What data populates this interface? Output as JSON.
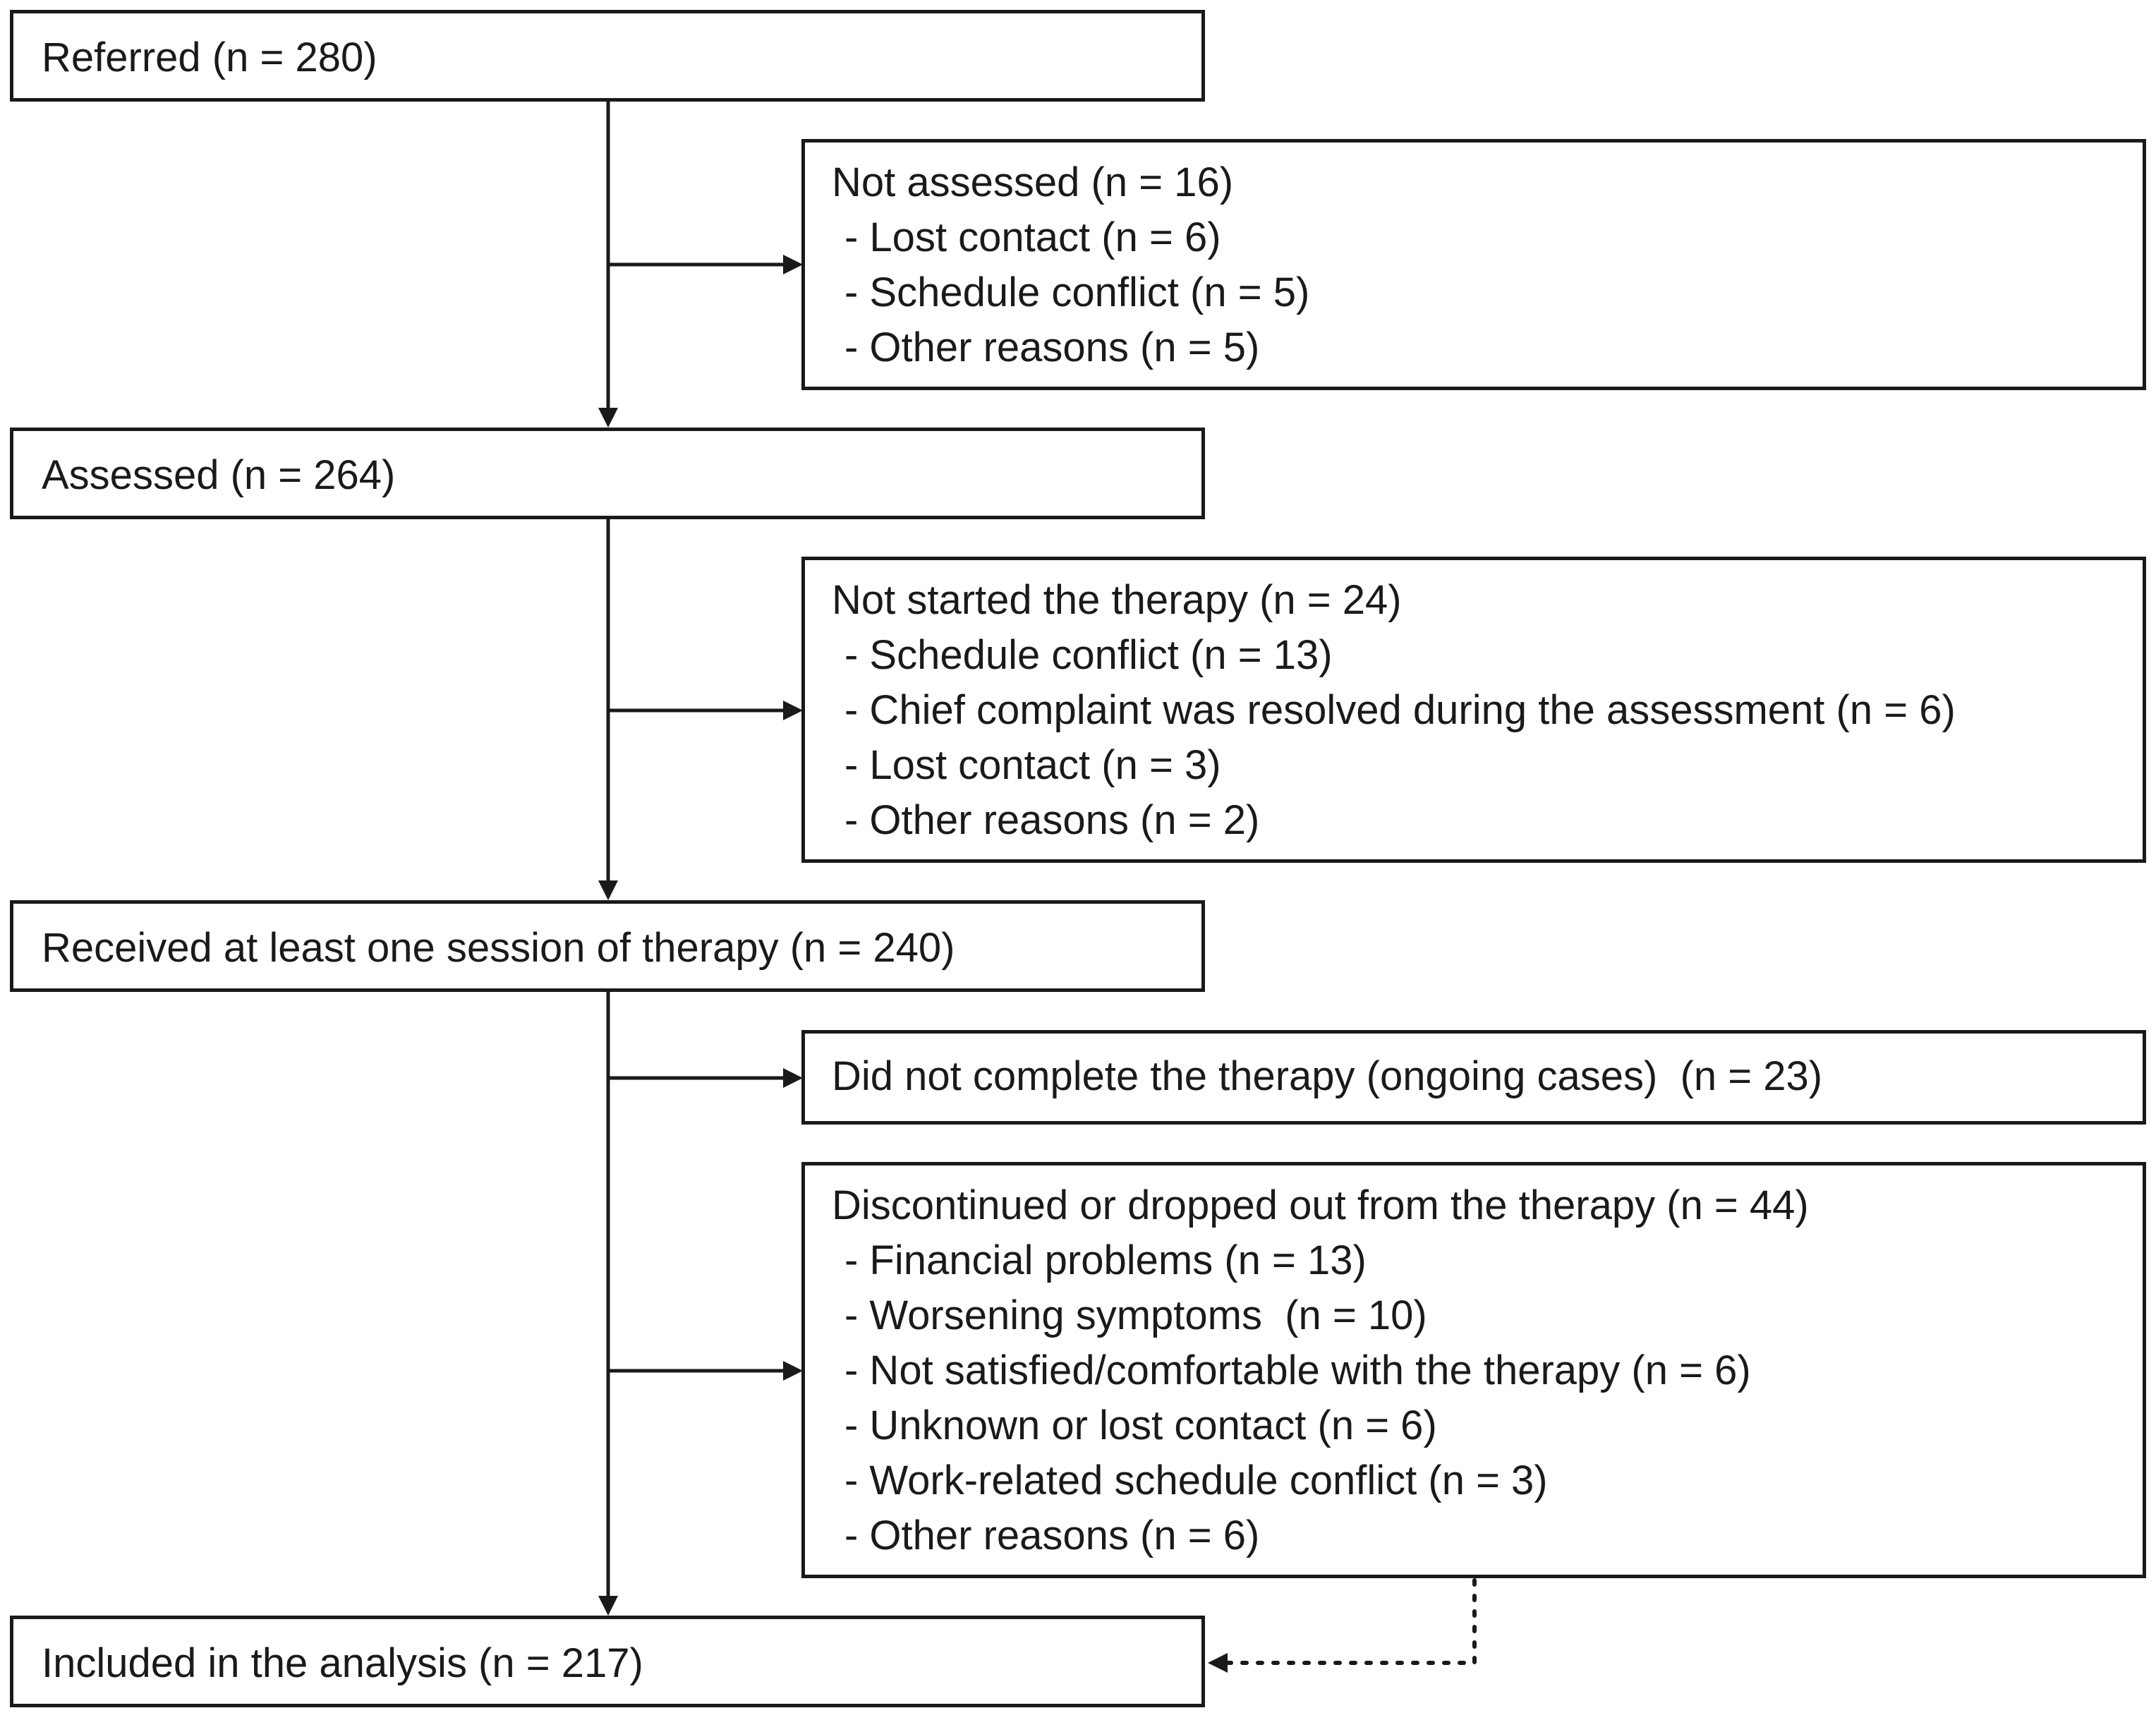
{
  "flowchart": {
    "main_steps": [
      {
        "id": "referred",
        "label": "Referred (n = 280)"
      },
      {
        "id": "assessed",
        "label": "Assessed (n = 264)"
      },
      {
        "id": "received",
        "label": "Received at least one session of therapy (n = 240)"
      },
      {
        "id": "included",
        "label": "Included in the analysis (n = 217)"
      }
    ],
    "exclusions": [
      {
        "id": "not-assessed",
        "title": "Not assessed (n = 16)",
        "reasons": [
          "- Lost contact (n = 6)",
          "- Schedule conflict (n = 5)",
          "- Other reasons (n = 5)"
        ]
      },
      {
        "id": "not-started",
        "title": "Not started the therapy (n = 24)",
        "reasons": [
          "- Schedule conflict (n = 13)",
          "- Chief complaint was resolved during the assessment (n = 6)",
          "- Lost contact (n = 3)",
          "- Other reasons (n = 2)"
        ]
      },
      {
        "id": "not-completed",
        "title": "Did not complete the therapy (ongoing cases)  (n = 23)",
        "reasons": []
      },
      {
        "id": "discontinued",
        "title": "Discontinued or dropped out from the therapy (n = 44)",
        "reasons": [
          "- Financial problems (n = 13)",
          "- Worsening symptoms  (n = 10)",
          "- Not satisfied/comfortable with the therapy (n = 6)",
          "- Unknown or lost contact (n = 6)",
          "- Work-related schedule conflict (n = 3)",
          "- Other reasons (n = 6)"
        ]
      }
    ]
  }
}
